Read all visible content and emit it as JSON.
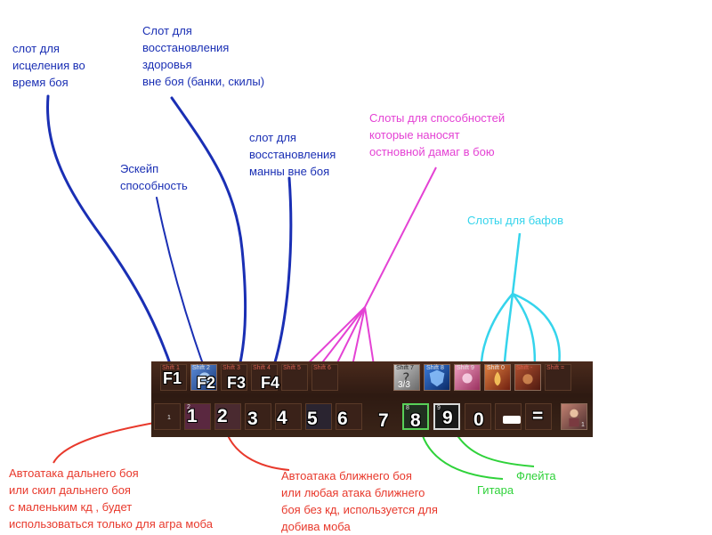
{
  "annotations": {
    "heal_combat": "слот для\nисцеления во\nвремя боя",
    "restore_health": "Слот для\nвосстановления\nздоровья\nвне боя (банки, скилы)",
    "escape": "Эскейп\nспособность",
    "restore_mana": "слот для\nвосстановления\nманны вне боя",
    "main_damage": "Слоты для способностей\nкоторые наносят\nостновной дамаг в бою",
    "buffs": "Слоты для бафов",
    "ranged_attack": "Автоатака дальнего боя\nили скил дальнего боя\nс маленьким кд , будет\nиспользоваться только для агра моба",
    "melee_attack": "Автоатака ближнего боя\nили любая атака ближнего\nбоя без кд, используется для\nдобива моба",
    "flute": "Флейта",
    "guitar": "Гитара"
  },
  "top_row": {
    "slot_labels": [
      "Shift 1",
      "Shift 2",
      "Shift 3",
      "Shift 4",
      "Shift 5",
      "Shift 6",
      "Shift 7",
      "Shift 8",
      "Shift 9",
      "Shift 0",
      "Shift -",
      "Shift ="
    ],
    "keys": [
      "F1",
      "F2",
      "F3",
      "F4"
    ],
    "count": "3/3"
  },
  "bottom_row": {
    "keys": [
      "1",
      "2",
      "3",
      "4",
      "5",
      "6",
      "7",
      "8",
      "9",
      "0",
      "="
    ],
    "small_digits": [
      "1",
      "2",
      "8",
      "9",
      "1"
    ]
  },
  "colors": {
    "blue": "#1a2fb4",
    "pink": "#e442d4",
    "cyan": "#35d4ec",
    "red": "#e8392c",
    "green": "#2fd23a",
    "bar": "#3a2219"
  }
}
